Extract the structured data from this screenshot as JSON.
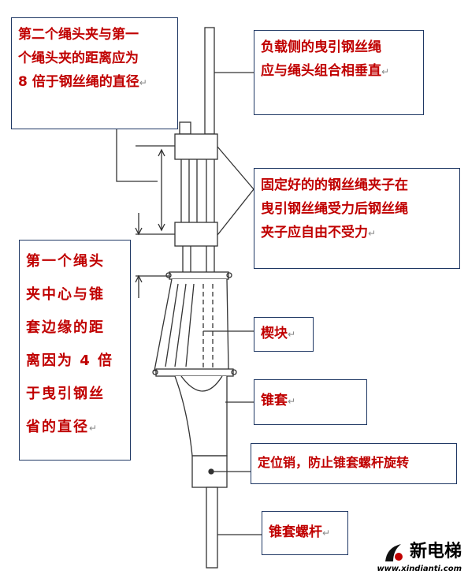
{
  "labels": {
    "clip_distance": {
      "lines": [
        "第二个绳头夹与第一",
        "个绳头夹的距离应为",
        "8 倍于钢丝绳的直径"
      ]
    },
    "load_side": {
      "lines": [
        "负载侧的曳引钢丝绳",
        "应与绳头组合相垂直"
      ]
    },
    "fixed_clips": {
      "lines": [
        "固定好的的钢丝绳夹子在",
        "曳引钢丝绳受力后钢丝绳",
        "夹子应自由不受力"
      ]
    },
    "first_clip_distance": {
      "lines": [
        "第一个绳头",
        "夹中心与锥",
        "套边缘的距",
        "离因为 4 倍",
        "于曳引钢丝",
        "省的直径"
      ]
    },
    "wedge": {
      "lines": [
        "楔块"
      ]
    },
    "socket": {
      "lines": [
        "锥套"
      ]
    },
    "locating_pin": {
      "lines": [
        "定位销，防止锥套螺杆旋转"
      ]
    },
    "socket_rod": {
      "lines": [
        "锥套螺杆"
      ]
    }
  },
  "paragraph_mark": "↵",
  "watermark": {
    "title": "新电梯",
    "url": "www.xindianti.com"
  },
  "colors": {
    "label_text": "#c00000",
    "box_border": "#1f3864",
    "drawing": "#333333"
  }
}
